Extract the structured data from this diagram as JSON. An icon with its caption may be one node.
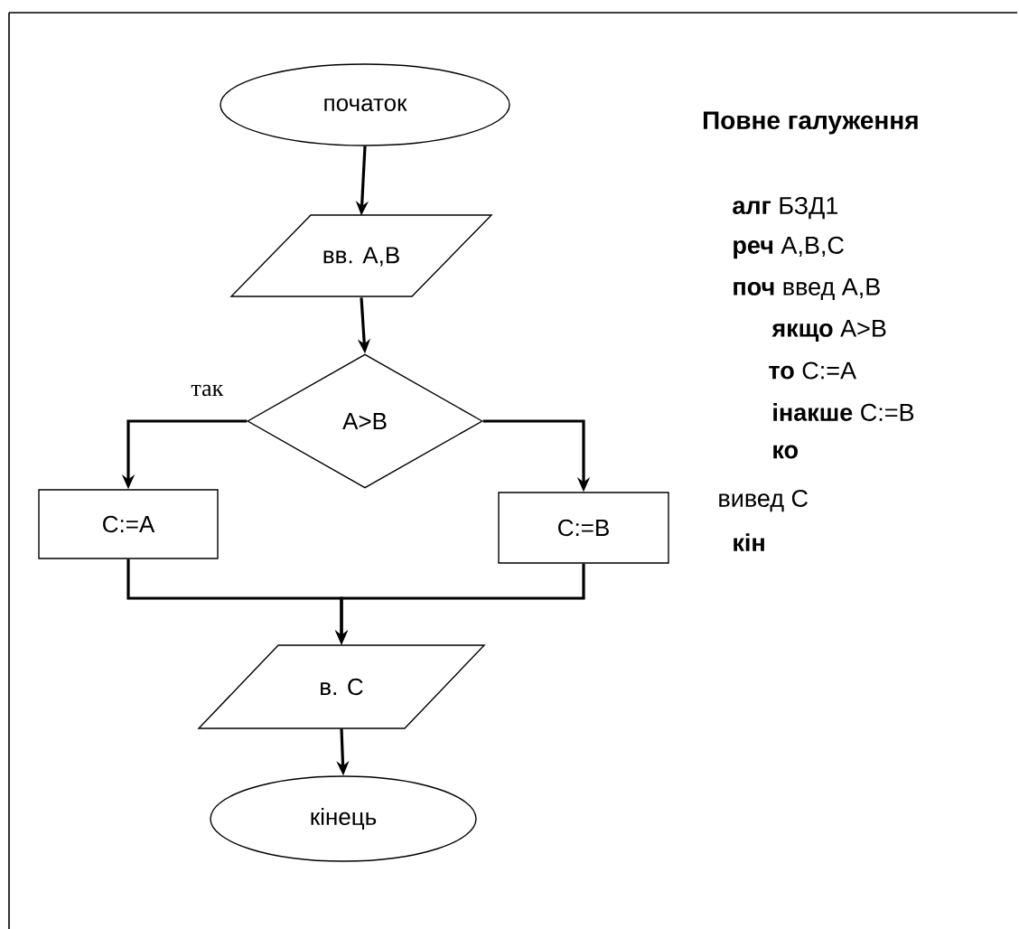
{
  "diagram": {
    "title": "Повне галуження",
    "nodes": [
      {
        "text": [
          "початок"
        ]
      },
      {
        "text": [
          "вв. A,B"
        ]
      },
      {
        "text": [
          "A>B"
        ]
      },
      {
        "text": [
          "C:=A"
        ]
      },
      {
        "text": [
          "C:=B"
        ]
      },
      {
        "text": [
          "в. C"
        ]
      },
      {
        "text": [
          "кінець"
        ]
      }
    ],
    "edges": [
      {
        "from": 0,
        "to": 1,
        "arrow": "to"
      },
      {
        "from": 1,
        "to": 2,
        "arrow": "to"
      },
      {
        "from": 2,
        "to": 3,
        "arrow": "to",
        "label": "так"
      },
      {
        "from": 2,
        "to": 4,
        "arrow": "to"
      },
      {
        "from": 3,
        "to": 5,
        "arrow": "to"
      },
      {
        "from": 4,
        "to": 5,
        "arrow": "to"
      },
      {
        "from": 5,
        "to": 6,
        "arrow": "to"
      }
    ],
    "labels": [
      "**алг** БЗД1",
      "**реч** A,B,C",
      "**поч** введ A,B",
      "**якщо** A>B",
      "**то** C:=A",
      "**інакше** C:=B",
      "ко",
      "вивед C",
      "кін"
    ]
  }
}
